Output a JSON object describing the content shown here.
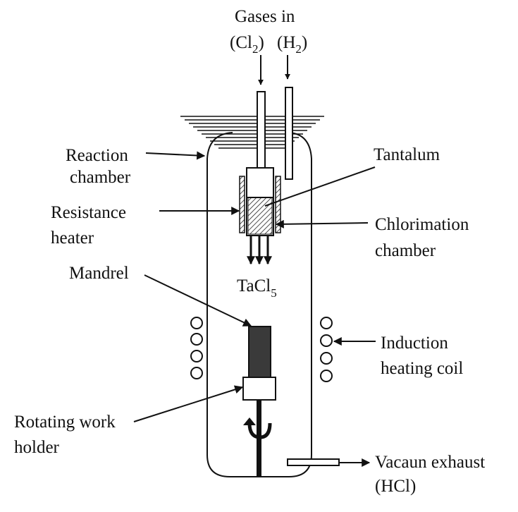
{
  "gases": {
    "title": "Gases in",
    "cl": {
      "open": "(Cl",
      "sub": "2",
      "close": ")"
    },
    "h": {
      "open": "(H",
      "sub": "2",
      "close": ")"
    }
  },
  "labels": {
    "reaction_chamber": [
      "Reaction",
      "chamber"
    ],
    "tantalum": "Tantalum",
    "resistance_heater": [
      "Resistance",
      "heater"
    ],
    "chlorimation_chamber": [
      "Chlorimation",
      "chamber"
    ],
    "tacl": {
      "main": "TaCl",
      "sub": "5"
    },
    "mandrel": "Mandrel",
    "induction_heating_coil": [
      "Induction",
      "heating coil"
    ],
    "rotating_work_holder": [
      "Rotating work",
      "holder"
    ],
    "vacaun_exhaust": [
      "Vacaun exhaust",
      "(HCl)"
    ]
  }
}
